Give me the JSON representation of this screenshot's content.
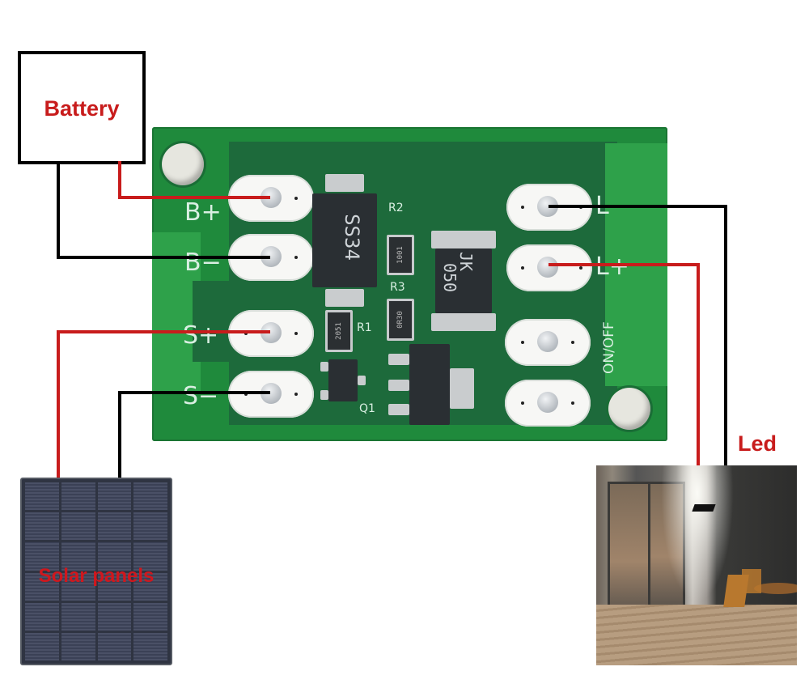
{
  "title": "Solar light controller board wiring diagram",
  "labels": {
    "battery": "Battery",
    "solar": "Solar panels",
    "led": "Led"
  },
  "pcb": {
    "terminals_left": [
      {
        "label": "B+",
        "wire_color": "red",
        "connects_to": "Battery +"
      },
      {
        "label": "B−",
        "wire_color": "black",
        "connects_to": "Battery −"
      },
      {
        "label": "S+",
        "wire_color": "red",
        "connects_to": "Solar panel +"
      },
      {
        "label": "S−",
        "wire_color": "black",
        "connects_to": "Solar panel −"
      }
    ],
    "terminals_right": [
      {
        "label": "L−",
        "wire_color": "black",
        "connects_to": "Led −"
      },
      {
        "label": "L+",
        "wire_color": "red",
        "connects_to": "Led +"
      }
    ],
    "switch_label": "ON/OFF",
    "components": {
      "diode": "SS34",
      "inductor_line1": "JK",
      "inductor_line2": "050",
      "r1_label": "R1",
      "r1_code": "2051",
      "r2_label": "R2",
      "r2_code": "1001",
      "r3_label": "R3",
      "r3_code": "0R30",
      "q1_label": "Q1"
    }
  },
  "colors": {
    "positive_wire": "#c81c1c",
    "negative_wire": "#000000",
    "pcb_green": "#1f8a3c",
    "label_red": "#c81c1c"
  }
}
